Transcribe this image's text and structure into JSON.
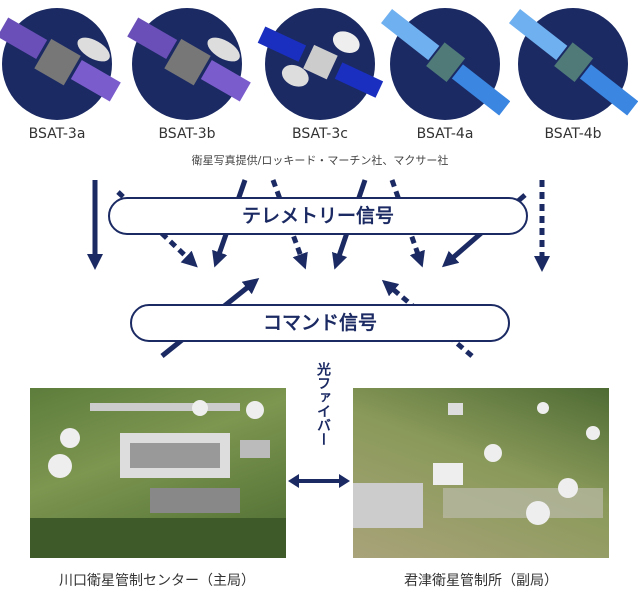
{
  "satellites": [
    {
      "name": "BSAT-3a",
      "style": "purple"
    },
    {
      "name": "BSAT-3b",
      "style": "purple"
    },
    {
      "name": "BSAT-3c",
      "style": "blue-dark"
    },
    {
      "name": "BSAT-4a",
      "style": "blue-light"
    },
    {
      "name": "BSAT-4b",
      "style": "blue-light"
    }
  ],
  "credit": "衛星写真提供/ロッキード・マーチン社、マクサー社",
  "signals": {
    "telemetry": "テレメトリー信号",
    "command": "コマンド信号"
  },
  "link": {
    "label": "光ファイバー"
  },
  "stations": [
    {
      "name": "川口衛星管制センター（主局）"
    },
    {
      "name": "君津衛星管制所（副局）"
    }
  ],
  "colors": {
    "navy": "#1b2a63"
  }
}
